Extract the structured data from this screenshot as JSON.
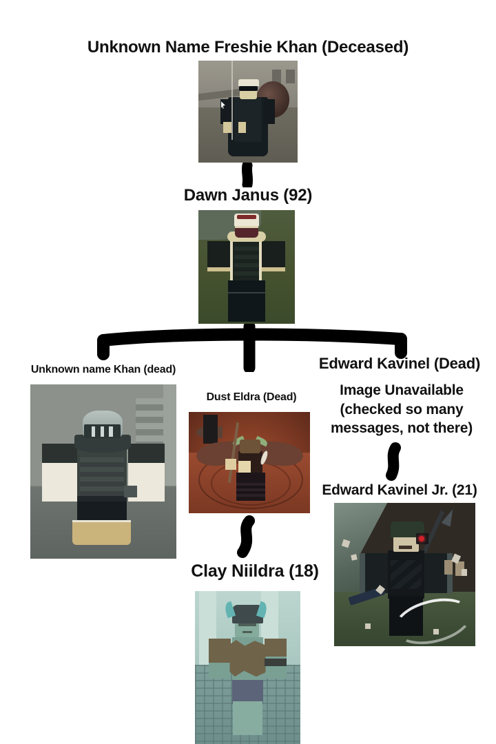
{
  "diagram": {
    "type": "family-tree",
    "background_color": "#ffffff",
    "ink_color": "#111111",
    "title": "Unknown Name Freshie Khan (Deceased)"
  },
  "nodes": {
    "root": {
      "label": "Unknown Name Freshie Khan (Deceased)",
      "status": "Deceased",
      "image_alt": "roblox-avatar-dark-coat-sunglasses",
      "has_image": true
    },
    "dawn": {
      "label": "Dawn Janus (92)",
      "age": "92",
      "image_alt": "roblox-avatar-dark-armor-white-helmet",
      "has_image": true
    },
    "khan": {
      "label": "Unknown name Khan (dead)",
      "status": "dead",
      "image_alt": "roblox-avatar-knight-helmet-fur-skirt",
      "has_image": true
    },
    "dust": {
      "label": "Dust Eldra (Dead)",
      "status": "Dead",
      "image_alt": "roblox-avatar-winged-horned-spear",
      "has_image": true
    },
    "edward": {
      "label": "Edward Kavinel (Dead)",
      "status": "Dead",
      "image_unavailable_note": "Image Unavailable (checked so many messages, not there)",
      "has_image": false
    },
    "edward_jr": {
      "label": "Edward Kavinel Jr. (21)",
      "age": "21",
      "image_alt": "roblox-avatar-green-hair-red-eye-spear",
      "has_image": true
    },
    "clay": {
      "label": "Clay Niildra (18)",
      "age": "18",
      "image_alt": "roblox-avatar-horned-teal-torn-clothes",
      "has_image": true
    }
  },
  "connectors": [
    {
      "name": "root-to-dawn",
      "from": "root",
      "to": "dawn",
      "style": "vertical-stub"
    },
    {
      "name": "dawn-to-children",
      "from": "dawn",
      "to": [
        "khan",
        "dust",
        "edward"
      ],
      "style": "horizontal-bus"
    },
    {
      "name": "dust-to-clay",
      "from": "dust",
      "to": "clay",
      "style": "vertical-stub"
    },
    {
      "name": "edward-to-edward-jr",
      "from": "edward",
      "to": "edward_jr",
      "style": "vertical-stub"
    }
  ]
}
